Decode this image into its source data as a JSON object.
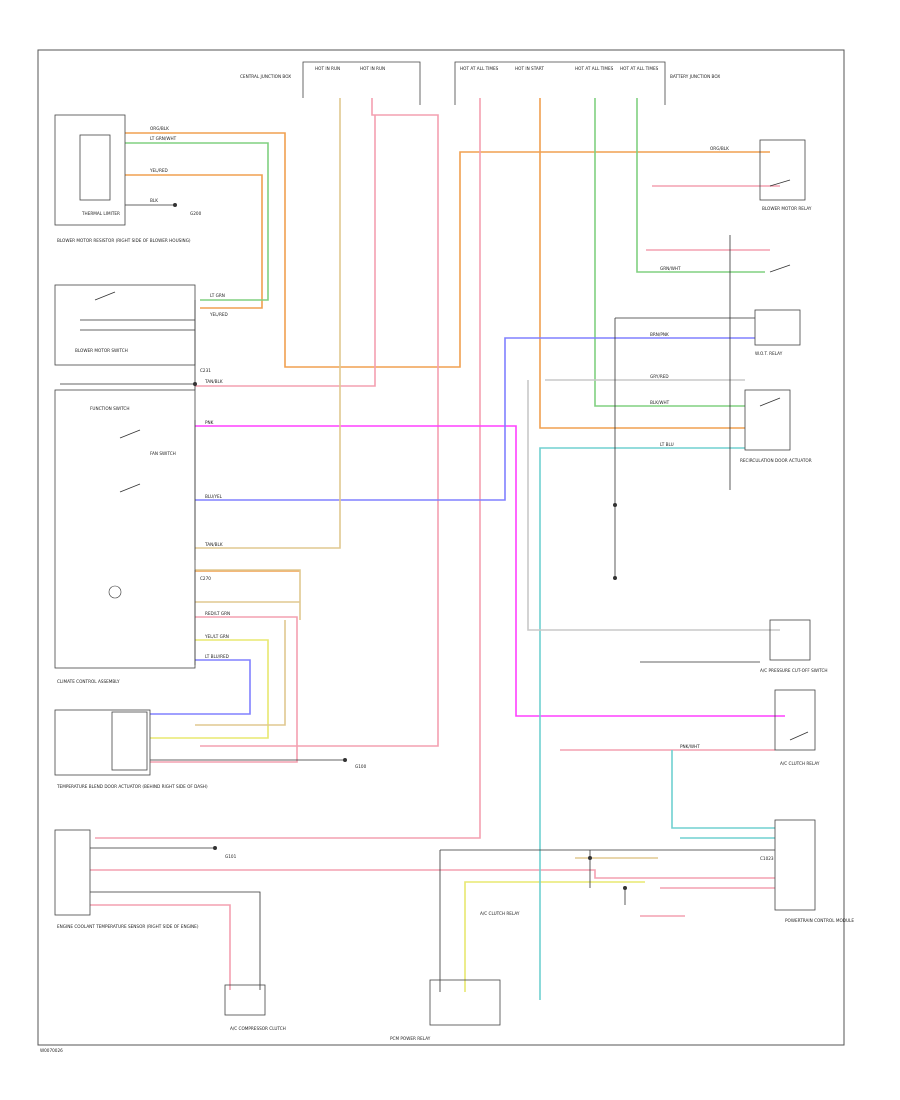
{
  "diagram": {
    "ref_code": "W0070026",
    "colors": {
      "orange": "#f0a050",
      "green": "#80d080",
      "pink": "#f4a0b0",
      "magenta": "#ff40ff",
      "blue": "#8080ff",
      "yellow": "#e8e870",
      "cyan": "#70d0d0",
      "tan": "#e0c890",
      "frame": "#555555"
    },
    "blocks": {
      "blower_motor_resistor": "BLOWER MOTOR RESISTOR (RIGHT SIDE OF BLOWER HOUSING)",
      "thermal_limiter": "THERMAL LIMITER",
      "blower_motor_switch": "BLOWER MOTOR SWITCH",
      "climate_control_assembly": "CLIMATE CONTROL ASSEMBLY",
      "function_switch": "FUNCTION SWITCH",
      "fan_switch": "FAN SWITCH",
      "temperature_blend_door": "TEMPERATURE BLEND DOOR ACTUATOR (BEHIND RIGHT SIDE OF DASH)",
      "engine_coolant_sensor": "ENGINE COOLANT TEMPERATURE SENSOR (RIGHT SIDE OF ENGINE)",
      "blower_relay": "BLOWER MOTOR RELAY",
      "wot_relay": "W.O.T. RELAY",
      "recirc_door": "RECIRCULATION DOOR ACTUATOR",
      "ac_pressure_switch": "A/C PRESSURE CUT-OFF SWITCH",
      "powertrain_control_module": "POWERTRAIN CONTROL MODULE",
      "ac_clutch": "A/C COMPRESSOR CLUTCH",
      "pcm_relay": "PCM POWER RELAY",
      "ac_relay": "A/C CLUTCH RELAY",
      "central_junction_box": "CENTRAL JUNCTION BOX",
      "battery_junction_box": "BATTERY JUNCTION BOX"
    },
    "fuses": [
      {
        "id": "F1",
        "text": "HOT IN RUN"
      },
      {
        "id": "F2",
        "text": "HOT IN RUN"
      },
      {
        "id": "F3",
        "text": "HOT AT ALL TIMES"
      },
      {
        "id": "F4",
        "text": "HOT IN START"
      },
      {
        "id": "F5",
        "text": "HOT AT ALL TIMES"
      },
      {
        "id": "F6",
        "text": "HOT AT ALL TIMES"
      }
    ],
    "wire_labels": [
      {
        "id": "w1",
        "text": "ORG/BLK"
      },
      {
        "id": "w2",
        "text": "LT GRN/WHT"
      },
      {
        "id": "w3",
        "text": "YEL/RED"
      },
      {
        "id": "w4",
        "text": "BLK"
      },
      {
        "id": "w5",
        "text": "LT GRN"
      },
      {
        "id": "w6",
        "text": "YEL/RED"
      },
      {
        "id": "w7",
        "text": "TAN/BLK"
      },
      {
        "id": "w8",
        "text": "ORG/BLK"
      },
      {
        "id": "w9",
        "text": "PNK"
      },
      {
        "id": "w10",
        "text": "BLU/YEL"
      },
      {
        "id": "w11",
        "text": "GRN/WHT"
      },
      {
        "id": "w12",
        "text": "TAN/BLK"
      },
      {
        "id": "w13",
        "text": "RED/LT GRN"
      },
      {
        "id": "w14",
        "text": "YEL/LT GRN"
      },
      {
        "id": "w15",
        "text": "LT BLU/RED"
      },
      {
        "id": "w16",
        "text": "PNK/WHT"
      },
      {
        "id": "w17",
        "text": "BLK/WHT"
      },
      {
        "id": "w18",
        "text": "GRY/RED"
      },
      {
        "id": "w19",
        "text": "LT BLU"
      },
      {
        "id": "w20",
        "text": "BRN/PNK"
      }
    ],
    "grounds": [
      {
        "id": "G1",
        "text": "G200"
      },
      {
        "id": "G2",
        "text": "G100"
      },
      {
        "id": "G3",
        "text": "G101"
      }
    ],
    "connectors": [
      {
        "id": "C1",
        "text": "C231"
      },
      {
        "id": "C2",
        "text": "C270"
      },
      {
        "id": "C3",
        "text": "C1023"
      }
    ]
  }
}
